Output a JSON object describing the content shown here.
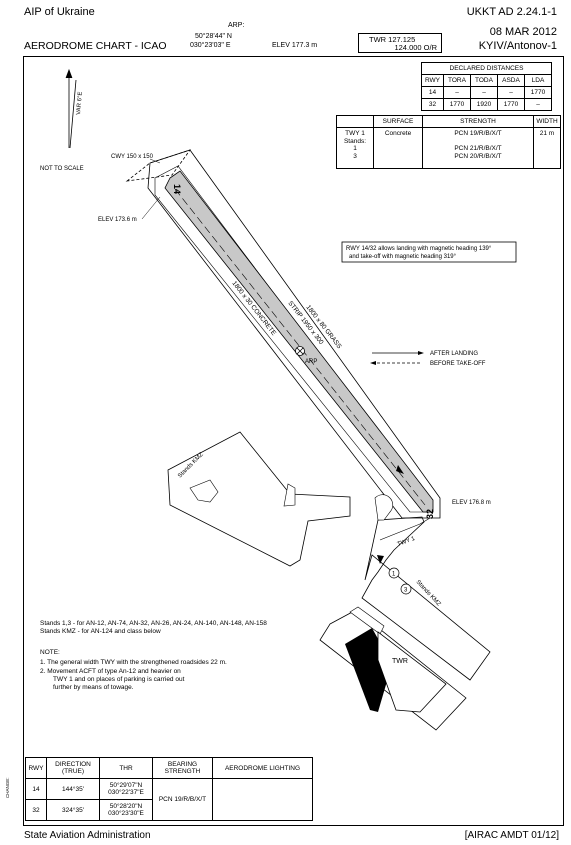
{
  "header": {
    "publication": "AIP of Ukraine",
    "page_id": "UKKT  AD 2.24.1-1",
    "chart_title": "AERODROME CHART - ICAO",
    "arp_label": "ARP:",
    "arp_lat": "50°28'44\" N",
    "arp_lon": "030°23'03\" E",
    "elev": "ELEV 177.3 m",
    "twr_line1": "TWR  127.125",
    "twr_line2": "124.000 O/R",
    "date": "08 MAR 2012",
    "location": "KYIV/Antonov-1"
  },
  "declared_distances": {
    "title": "DECLARED DISTANCES",
    "headers": [
      "RWY",
      "TORA",
      "TODA",
      "ASDA",
      "LDA"
    ],
    "rows": [
      [
        "14",
        "–",
        "–",
        "–",
        "1770"
      ],
      [
        "32",
        "1770",
        "1920",
        "1770",
        "–"
      ]
    ]
  },
  "surface_table": {
    "headers": [
      "",
      "SURFACE",
      "STRENGTH",
      "WIDTH"
    ],
    "col1": [
      "TWY 1",
      "Stands:",
      "1",
      "3"
    ],
    "surface": "Concrete",
    "strength": [
      "PCN 19/R/B/X/T",
      "",
      "PCN 21/R/B/X/T",
      "PCN 20/R/B/X/T"
    ],
    "width": "21 m"
  },
  "chart": {
    "var": "VAR 6°E",
    "not_to_scale": "NOT TO SCALE",
    "cwy": "CWY 150 x 150",
    "elev_14": "ELEV 173.6 m",
    "elev_32": "ELEV 176.8 m",
    "rwy14": "14",
    "rwy32": "32",
    "runway_label": "1800 x 30 CONCRETE",
    "strip_label": "STRIP  1950 x 300",
    "grass_label": "1800 x 80 GRASS",
    "arp": "ARP",
    "stands_kmz_1": "Stands KMZ",
    "stands_kmz_2": "Stands KMZ",
    "twy1": "TWY 1",
    "twr": "TWR",
    "stand_1": "1",
    "stand_3": "3",
    "magnetic_note_1": "RWY 14/32 allows landing with magnetic heading 139°",
    "magnetic_note_2": "and take-off with magnetic heading 319°",
    "after_landing": "AFTER LANDING",
    "before_takeoff": "BEFORE TAKE-OFF"
  },
  "notes": {
    "stands_line1": "Stands 1,3   - for AN-12, AN-74, AN-32, AN-26, AN-24, AN-140, AN-148, AN-158",
    "stands_line2": "Stands KMZ   - for AN-124 and class below",
    "note_title": "NOTE:",
    "note_1": "1. The general width TWY with the strengthened roadsides 22 m.",
    "note_2a": "2. Movement ACFT of type An-12 and heavier on",
    "note_2b": "TWY 1 and on places of parking is carried out",
    "note_2c": "further by means of towage."
  },
  "bottom_table": {
    "headers": [
      "RWY",
      "DIRECTION (TRUE)",
      "THR",
      "BEARING STRENGTH",
      "AERODROME LIGHTING"
    ],
    "rows": [
      {
        "rwy": "14",
        "dir": "144°35'",
        "thr1": "50°29'07\"N",
        "thr2": "030°22'37\"E"
      },
      {
        "rwy": "32",
        "dir": "324°35'",
        "thr1": "50°28'20\"N",
        "thr2": "030°23'30\"E"
      }
    ],
    "bearing": "PCN 19/R/B/X/T"
  },
  "footer": {
    "left": "State Aviation Administration",
    "right": "[AIRAC AMDT 01/12]",
    "change": "CHANGE:"
  }
}
